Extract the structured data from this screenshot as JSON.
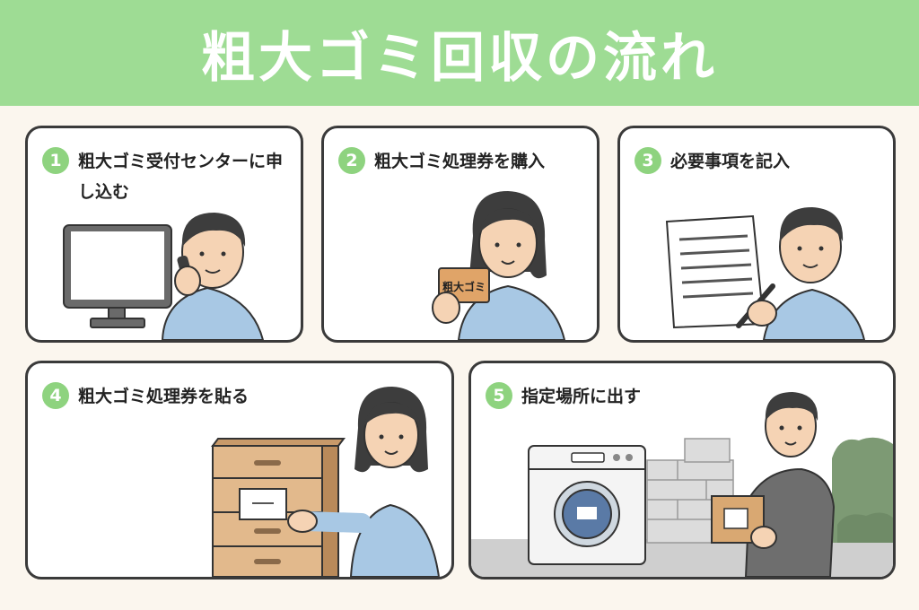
{
  "title": "粗大ゴミ回収の流れ",
  "colors": {
    "header": "#9edc94",
    "accent": "#8ed37f",
    "background": "#fbf6ee",
    "shirt": "#a8c8e4"
  },
  "steps": [
    {
      "number": "1",
      "label": "粗大ゴミ受付センターに申し込む",
      "illustration": "man-on-phone-with-monitor"
    },
    {
      "number": "2",
      "label": "粗大ゴミ処理券を購入",
      "illustration": "woman-holding-ticket",
      "ticket_text": "粗大ゴミ"
    },
    {
      "number": "3",
      "label": "必要事項を記入",
      "illustration": "man-writing-on-document"
    },
    {
      "number": "4",
      "label": "粗大ゴミ処理券を貼る",
      "illustration": "woman-sticking-ticket-on-drawer"
    },
    {
      "number": "5",
      "label": "指定場所に出す",
      "illustration": "man-carrying-box-next-to-washing-machine"
    }
  ]
}
